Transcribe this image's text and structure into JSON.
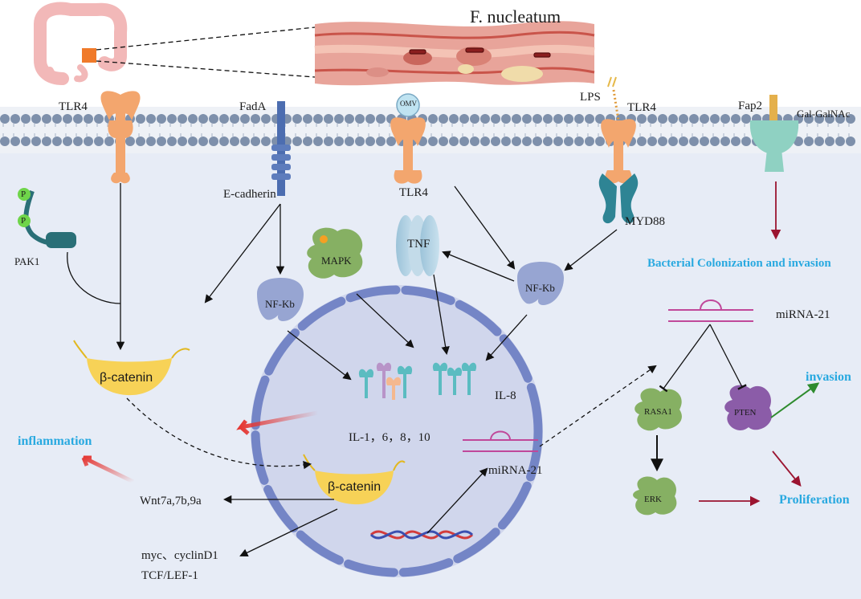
{
  "title": "F. nucleatum",
  "membrane": {
    "receptors": {
      "tlr4_left": "TLR4",
      "fada": "FadA",
      "ecadherin": "E-cadherin",
      "omv": "OMV",
      "tlr4_mid": "TLR4",
      "lps": "LPS",
      "tlr4_right": "TLR4",
      "myd88": "MYD88",
      "fap2": "Fap2",
      "galgalnac": "Gal-GalNAc"
    }
  },
  "cytoplasm": {
    "p": "P",
    "pak1": "PAK1",
    "mapk": "MAPK",
    "tnf": "TNF",
    "nfkb_left": "NF-Kb",
    "nfkb_right": "NF-Kb",
    "beta_catenin_left": "β-catenin",
    "beta_catenin_nuclear": "β-catenin",
    "inflammation": "inflammation",
    "wnt": "Wnt7a,7b,9a",
    "myc": "myc、cyclinD1",
    "tcf": "TCF/LEF-1"
  },
  "nucleus": {
    "il_main": "IL-1，6，8，10",
    "il8": "IL-8",
    "mirna": "miRNA-21"
  },
  "right_panel": {
    "colonization": "Bacterial Colonization and  invasion",
    "mirna": "miRNA-21",
    "rasa1": "RASA1",
    "pten": "PTEN",
    "erk": "ERK",
    "invasion": "invasion",
    "proliferation": "Proliferation"
  },
  "colors": {
    "membrane_bead": "#7e90ab",
    "cytoplasm": "#e7ecf6",
    "nucleus_fill": "#d0d6ec",
    "nucleus_border": "#7485c6",
    "receptor": "#f3a66e",
    "beta_catenin": "#f7d257",
    "accent_blue": "#29a9e0",
    "red_arrow": "#e53935",
    "dark_red_arrow": "#9b1430",
    "green_arrow": "#2e8b2e"
  }
}
